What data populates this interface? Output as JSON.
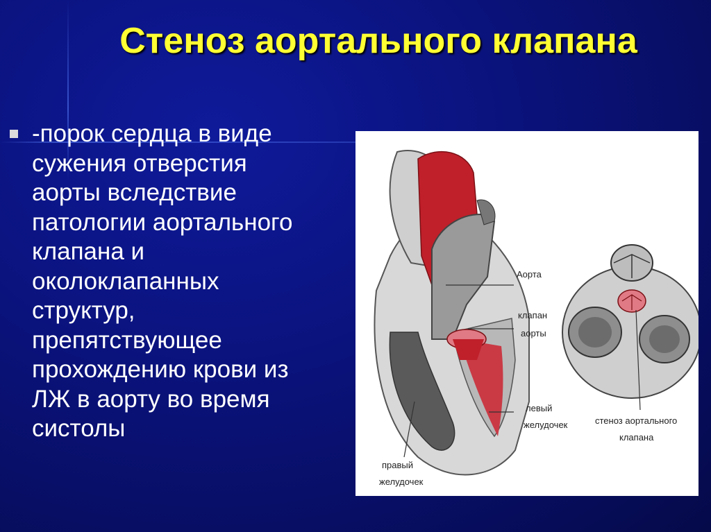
{
  "slide": {
    "title": "Стеноз аортального клапана",
    "body": "-порок сердца в виде\nсужения отверстия\nаорты вследствие\nпатологии аортального\nклапана и\nоколоклапанных\nструктур,\nпрепятствующее\nпрохождению крови из\nЛЖ в аорту во время\nсистолы"
  },
  "figure": {
    "labels": {
      "aorta": "Аорта",
      "valve_line1": "клапан",
      "valve_line2": "аорты",
      "lv_line1": "левый",
      "lv_line2": "желудочек",
      "rv_line1": "правый",
      "rv_line2": "желудочек",
      "stenosis_line1": "стеноз аортального",
      "stenosis_line2": "клапана"
    }
  },
  "colors": {
    "title": "#ffff33",
    "text": "#ffffff",
    "background": "#0a127a",
    "accent_red": "#c0202a"
  }
}
